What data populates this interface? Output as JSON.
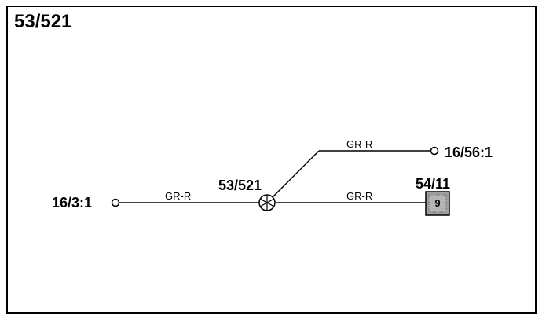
{
  "diagram": {
    "title": "53/521",
    "splice": {
      "label": "53/521"
    },
    "endpoints": {
      "left": "16/3:1",
      "upper_right": "16/56:1"
    },
    "connector": {
      "label": "54/11",
      "pin": "9"
    },
    "wires": {
      "left": "GR-R",
      "upper": "GR-R",
      "lower": "GR-R"
    }
  },
  "colors": {
    "line": "#000000",
    "connector_fill": "#a0a0a0",
    "background": "#ffffff"
  }
}
